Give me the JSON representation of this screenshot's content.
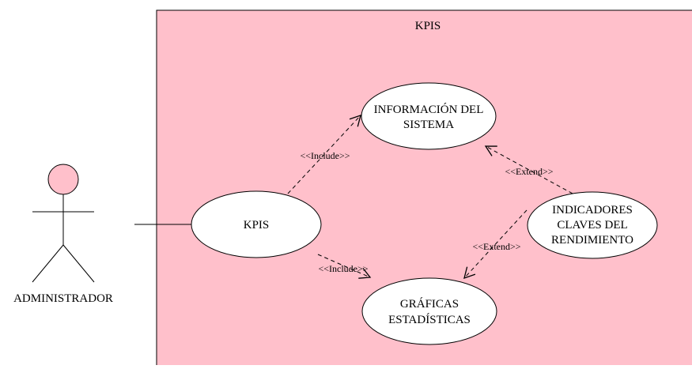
{
  "diagram": {
    "system_boundary": {
      "title": "KPIS",
      "fill_color": "#ffc0cb"
    },
    "actor": {
      "label": "ADMINISTRADOR",
      "head_color": "#ffc0cb"
    },
    "use_cases": {
      "kpis": {
        "lines": [
          "KPIS"
        ]
      },
      "informacion": {
        "lines": [
          "INFORMACIÓN DEL",
          "SISTEMA"
        ]
      },
      "graficas": {
        "lines": [
          "GRÁFICAS",
          "ESTADÍSTICAS"
        ]
      },
      "indicadores": {
        "lines": [
          "INDICADORES",
          "CLAVES DEL",
          "RENDIMIENTO"
        ]
      }
    },
    "relations": {
      "include_informacion": "<<Include>>",
      "include_graficas": "<<Include>>",
      "extend_informacion": "<<Extend>>",
      "extend_graficas": "<<Extend>>"
    }
  }
}
